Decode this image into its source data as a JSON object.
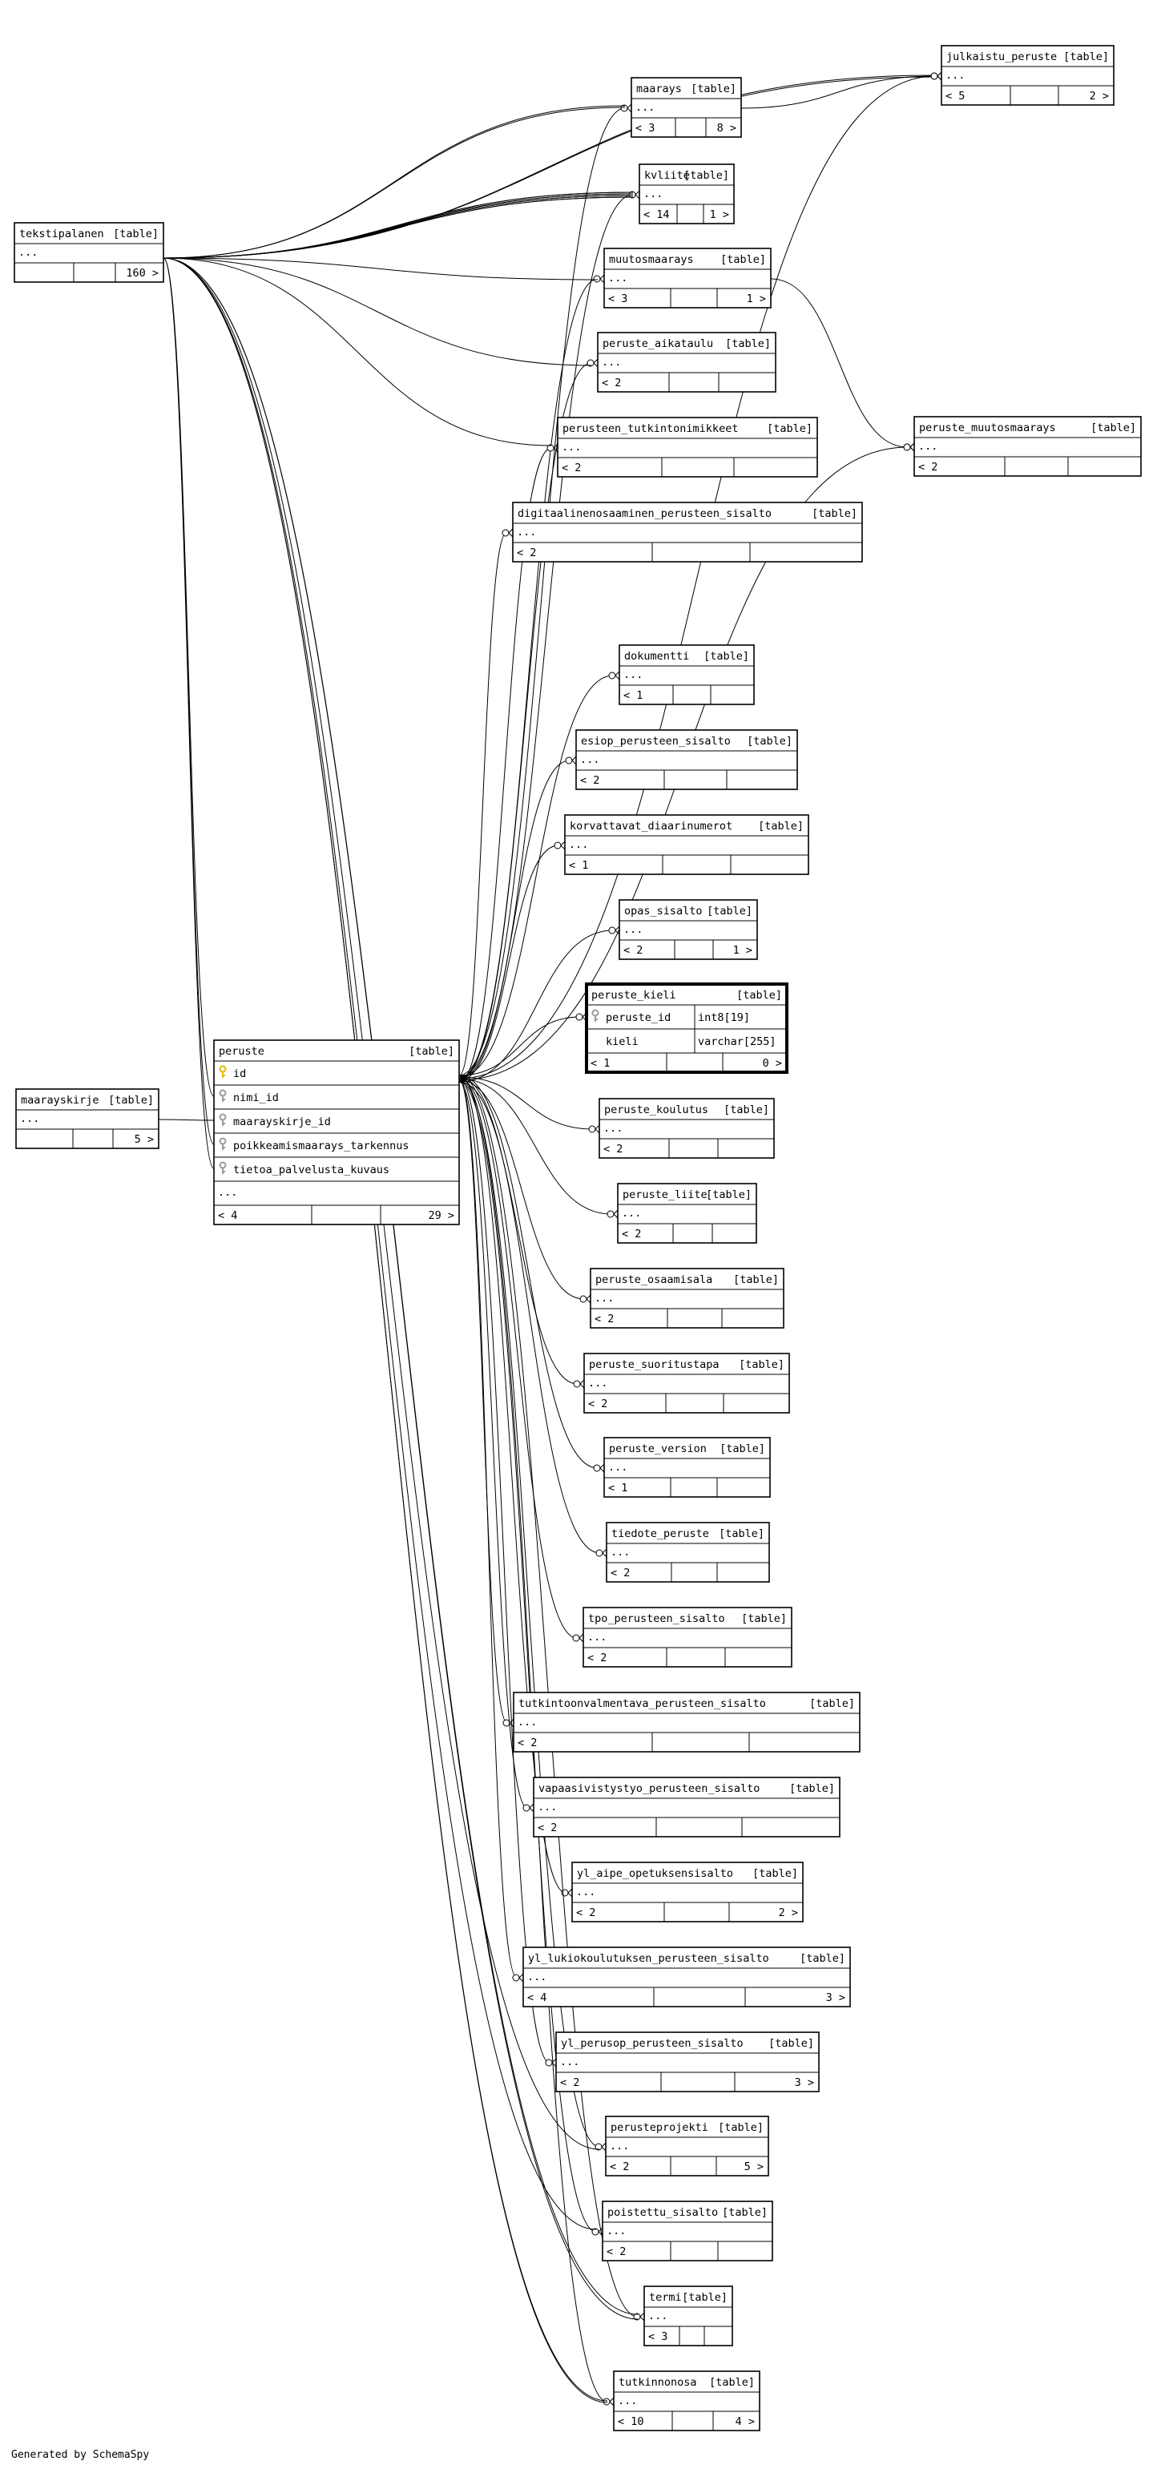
{
  "footer": "Generated by SchemaSpy",
  "tables": [
    {
      "key": "tekstipalanen",
      "name": "tekstipalanen",
      "tag": "[table]",
      "rows": [
        "..."
      ],
      "footer": [
        "",
        "",
        "160 >"
      ]
    },
    {
      "key": "maarays",
      "name": "maarays",
      "tag": "[table]",
      "rows": [
        "..."
      ],
      "footer": [
        "< 3",
        "",
        "8 >"
      ]
    },
    {
      "key": "kvliite",
      "name": "kvliite",
      "tag": "[table]",
      "rows": [
        "..."
      ],
      "footer": [
        "< 14",
        "",
        "1 >"
      ]
    },
    {
      "key": "julkaistu_peruste",
      "name": "julkaistu_peruste",
      "tag": "[table]",
      "rows": [
        "..."
      ],
      "footer": [
        "< 5",
        "",
        "2 >"
      ]
    },
    {
      "key": "muutosmaarays",
      "name": "muutosmaarays",
      "tag": "[table]",
      "rows": [
        "..."
      ],
      "footer": [
        "< 3",
        "",
        "1 >"
      ]
    },
    {
      "key": "peruste_aikataulu",
      "name": "peruste_aikataulu",
      "tag": "[table]",
      "rows": [
        "..."
      ],
      "footer": [
        "< 2",
        "",
        ""
      ]
    },
    {
      "key": "perusteen_tutkintonimikkeet",
      "name": "perusteen_tutkintonimikkeet",
      "tag": "[table]",
      "rows": [
        "..."
      ],
      "footer": [
        "< 2",
        "",
        ""
      ]
    },
    {
      "key": "peruste_muutosmaarays",
      "name": "peruste_muutosmaarays",
      "tag": "[table]",
      "rows": [
        "..."
      ],
      "footer": [
        "< 2",
        "",
        ""
      ]
    },
    {
      "key": "digitaalinenosaaminen_perusteen_sisalto",
      "name": "digitaalinenosaaminen_perusteen_sisalto",
      "tag": "[table]",
      "rows": [
        "..."
      ],
      "footer": [
        "< 2",
        "",
        ""
      ]
    },
    {
      "key": "dokumentti",
      "name": "dokumentti",
      "tag": "[table]",
      "rows": [
        "..."
      ],
      "footer": [
        "< 1",
        "",
        ""
      ]
    },
    {
      "key": "esiop_perusteen_sisalto",
      "name": "esiop_perusteen_sisalto",
      "tag": "[table]",
      "rows": [
        "..."
      ],
      "footer": [
        "< 2",
        "",
        ""
      ]
    },
    {
      "key": "korvattavat_diaarinumerot",
      "name": "korvattavat_diaarinumerot",
      "tag": "[table]",
      "rows": [
        "..."
      ],
      "footer": [
        "< 1",
        "",
        ""
      ]
    },
    {
      "key": "opas_sisalto",
      "name": "opas_sisalto",
      "tag": "[table]",
      "rows": [
        "..."
      ],
      "footer": [
        "< 2",
        "",
        "1 >"
      ]
    },
    {
      "key": "peruste_kieli",
      "name": "peruste_kieli",
      "tag": "[table]",
      "focus": true,
      "cols": [
        {
          "name": "peruste_id",
          "type": "int8[19]",
          "key": "fk"
        },
        {
          "name": "kieli",
          "type": "varchar[255]",
          "key": ""
        }
      ],
      "footer": [
        "< 1",
        "",
        "0 >"
      ]
    },
    {
      "key": "maarayskirje",
      "name": "maarayskirje",
      "tag": "[table]",
      "rows": [
        "..."
      ],
      "footer": [
        "",
        "",
        "5 >"
      ]
    },
    {
      "key": "peruste",
      "name": "peruste",
      "tag": "[table]",
      "cols": [
        {
          "name": "id",
          "key": "pk"
        },
        {
          "name": "nimi_id",
          "key": "fk"
        },
        {
          "name": "maarayskirje_id",
          "key": "fk"
        },
        {
          "name": "poikkeamismaarays_tarkennus",
          "key": "fk"
        },
        {
          "name": "tietoa_palvelusta_kuvaus",
          "key": "fk"
        }
      ],
      "rows": [
        "..."
      ],
      "footer": [
        "< 4",
        "",
        "29 >"
      ]
    },
    {
      "key": "peruste_koulutus",
      "name": "peruste_koulutus",
      "tag": "[table]",
      "rows": [
        "..."
      ],
      "footer": [
        "< 2",
        "",
        ""
      ]
    },
    {
      "key": "peruste_liite",
      "name": "peruste_liite",
      "tag": "[table]",
      "rows": [
        "..."
      ],
      "footer": [
        "< 2",
        "",
        ""
      ]
    },
    {
      "key": "peruste_osaamisala",
      "name": "peruste_osaamisala",
      "tag": "[table]",
      "rows": [
        "..."
      ],
      "footer": [
        "< 2",
        "",
        ""
      ]
    },
    {
      "key": "peruste_suoritustapa",
      "name": "peruste_suoritustapa",
      "tag": "[table]",
      "rows": [
        "..."
      ],
      "footer": [
        "< 2",
        "",
        ""
      ]
    },
    {
      "key": "peruste_version",
      "name": "peruste_version",
      "tag": "[table]",
      "rows": [
        "..."
      ],
      "footer": [
        "< 1",
        "",
        ""
      ]
    },
    {
      "key": "tiedote_peruste",
      "name": "tiedote_peruste",
      "tag": "[table]",
      "rows": [
        "..."
      ],
      "footer": [
        "< 2",
        "",
        ""
      ]
    },
    {
      "key": "tpo_perusteen_sisalto",
      "name": "tpo_perusteen_sisalto",
      "tag": "[table]",
      "rows": [
        "..."
      ],
      "footer": [
        "< 2",
        "",
        ""
      ]
    },
    {
      "key": "tutkintoonvalmentava_perusteen_sisalto",
      "name": "tutkintoonvalmentava_perusteen_sisalto",
      "tag": "[table]",
      "rows": [
        "..."
      ],
      "footer": [
        "< 2",
        "",
        ""
      ]
    },
    {
      "key": "vapaasivistystyo_perusteen_sisalto",
      "name": "vapaasivistystyo_perusteen_sisalto",
      "tag": "[table]",
      "rows": [
        "..."
      ],
      "footer": [
        "< 2",
        "",
        ""
      ]
    },
    {
      "key": "yl_aipe_opetuksensisalto",
      "name": "yl_aipe_opetuksensisalto",
      "tag": "[table]",
      "rows": [
        "..."
      ],
      "footer": [
        "< 2",
        "",
        "2 >"
      ]
    },
    {
      "key": "yl_lukiokoulutuksen_perusteen_sisalto",
      "name": "yl_lukiokoulutuksen_perusteen_sisalto",
      "tag": "[table]",
      "rows": [
        "..."
      ],
      "footer": [
        "< 4",
        "",
        "3 >"
      ]
    },
    {
      "key": "yl_perusop_perusteen_sisalto",
      "name": "yl_perusop_perusteen_sisalto",
      "tag": "[table]",
      "rows": [
        "..."
      ],
      "footer": [
        "< 2",
        "",
        "3 >"
      ]
    },
    {
      "key": "perusteprojekti",
      "name": "perusteprojekti",
      "tag": "[table]",
      "rows": [
        "..."
      ],
      "footer": [
        "< 2",
        "",
        "5 >"
      ]
    },
    {
      "key": "poistettu_sisalto",
      "name": "poistettu_sisalto",
      "tag": "[table]",
      "rows": [
        "..."
      ],
      "footer": [
        "< 2",
        "",
        ""
      ]
    },
    {
      "key": "termi",
      "name": "termi",
      "tag": "[table]",
      "rows": [
        "..."
      ],
      "footer": [
        "< 3",
        "",
        ""
      ]
    },
    {
      "key": "tutkinnonosa",
      "name": "tutkinnonosa",
      "tag": "[table]",
      "rows": [
        "..."
      ],
      "footer": [
        "< 10",
        "",
        "4 >"
      ]
    }
  ]
}
